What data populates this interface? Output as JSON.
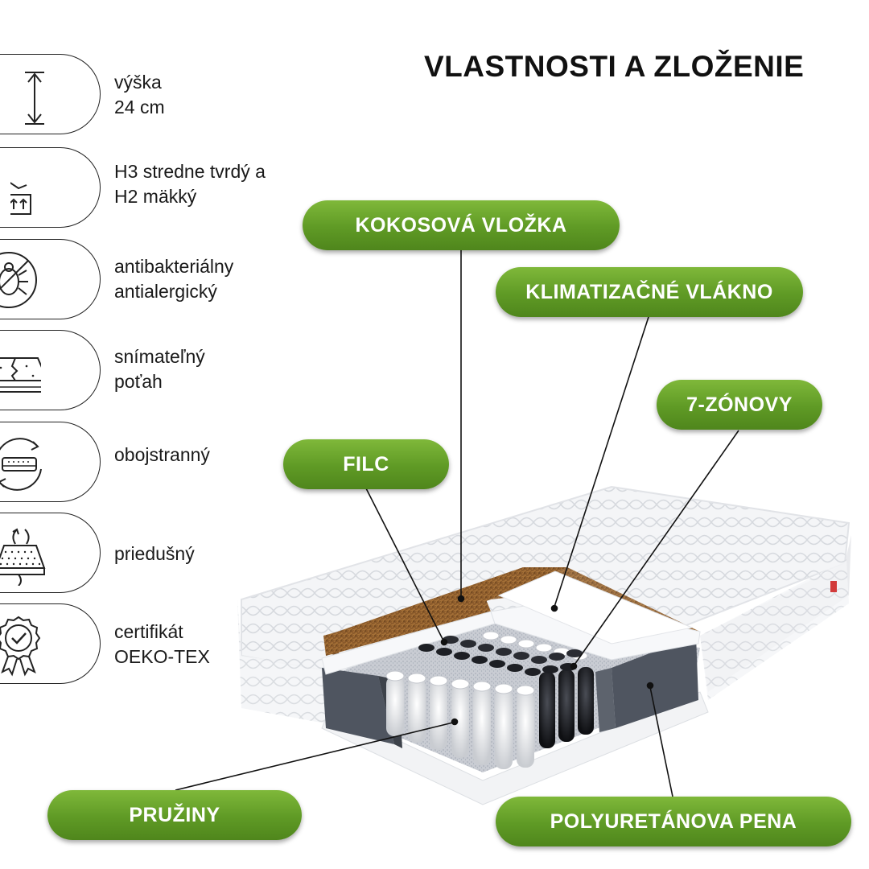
{
  "title": "VLASTNOSTI A ZLOŽENIE",
  "features": [
    {
      "icon": "height-arrow-icon",
      "text": "výška\n24 cm"
    },
    {
      "icon": "firmness-hand-icon",
      "text": "H3 stredne tvrdý a\nH2 mäkký"
    },
    {
      "icon": "no-mite-icon",
      "text": "antibakteriálny\nantialergický"
    },
    {
      "icon": "zipper-cover-icon",
      "text": "snímateľný\npoťah"
    },
    {
      "icon": "flip-mattress-icon",
      "text": "obojstranný"
    },
    {
      "icon": "breathable-icon",
      "text": " priedušný"
    },
    {
      "icon": "certificate-badge-icon",
      "text": "certifikát\nOEKO-TEX"
    }
  ],
  "labels": {
    "kokos": "KOKOSOVÁ VLOŽKA",
    "klima": "KLIMATIZAČNÉ VLÁKNO",
    "zony": "7-ZÓNOVY",
    "filc": "FILC",
    "pruziny": "PRUŽINY",
    "pena": "POLYURETÁNOVA  PENA"
  },
  "colors": {
    "accent_green": "#5f9a25",
    "coir_brown": "#8a5a2b",
    "foam_gray": "#4f5560"
  }
}
